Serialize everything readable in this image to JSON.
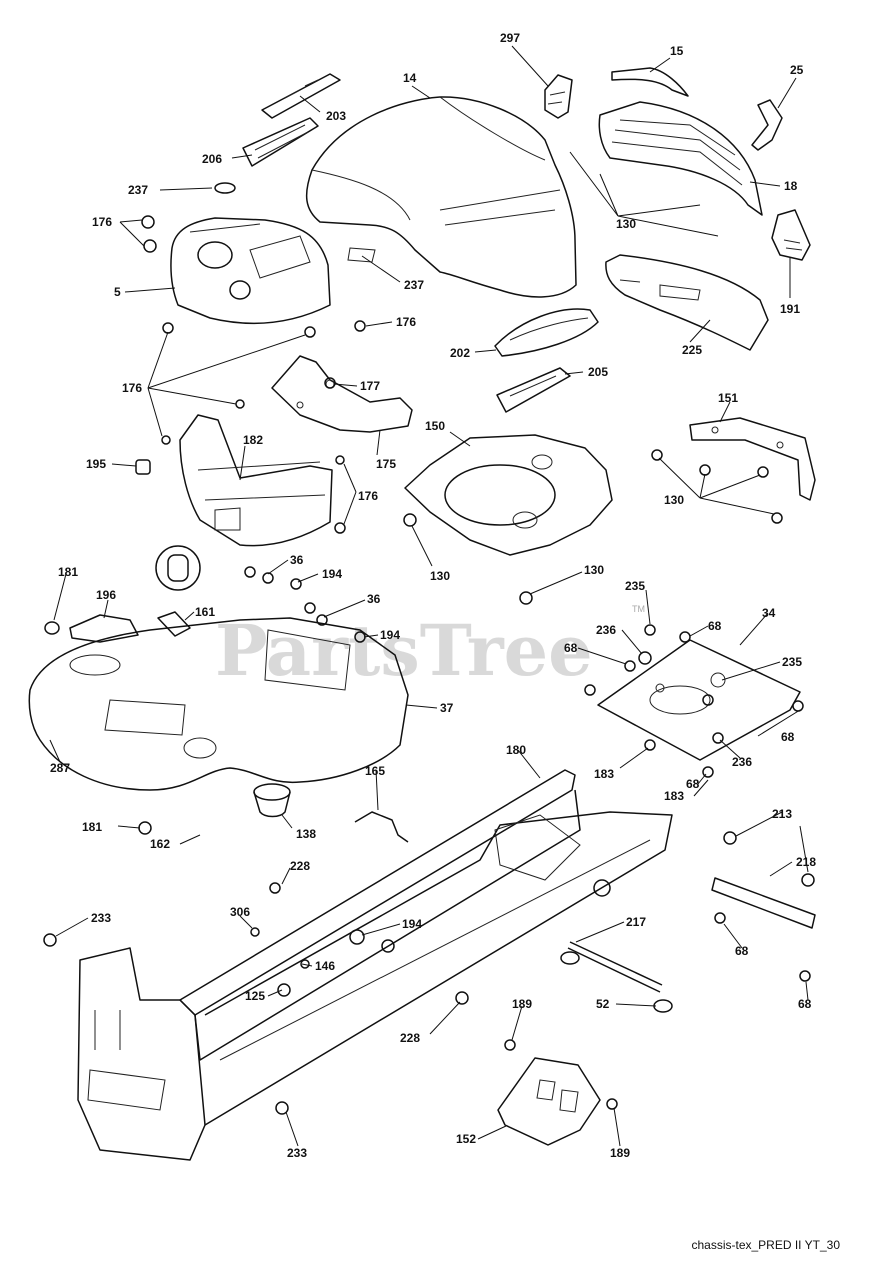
{
  "watermark": {
    "text": "PartsTree",
    "trademark": "TM"
  },
  "reference_code": "chassis-tex_PRED II YT_30",
  "callouts": [
    {
      "id": "c297",
      "text": "297"
    },
    {
      "id": "c15",
      "text": "15"
    },
    {
      "id": "c14",
      "text": "14"
    },
    {
      "id": "c25",
      "text": "25"
    },
    {
      "id": "c203",
      "text": "203"
    },
    {
      "id": "c206",
      "text": "206"
    },
    {
      "id": "c18",
      "text": "18"
    },
    {
      "id": "c130a",
      "text": "130"
    },
    {
      "id": "c237a",
      "text": "237"
    },
    {
      "id": "c176a",
      "text": "176"
    },
    {
      "id": "c237b",
      "text": "237"
    },
    {
      "id": "c191",
      "text": "191"
    },
    {
      "id": "c5",
      "text": "5"
    },
    {
      "id": "c176b",
      "text": "176"
    },
    {
      "id": "c225",
      "text": "225"
    },
    {
      "id": "c202",
      "text": "202"
    },
    {
      "id": "c176c",
      "text": "176"
    },
    {
      "id": "c177",
      "text": "177"
    },
    {
      "id": "c205",
      "text": "205"
    },
    {
      "id": "c151",
      "text": "151"
    },
    {
      "id": "c150",
      "text": "150"
    },
    {
      "id": "c182",
      "text": "182"
    },
    {
      "id": "c175",
      "text": "175"
    },
    {
      "id": "c195",
      "text": "195"
    },
    {
      "id": "c176d",
      "text": "176"
    },
    {
      "id": "c130b",
      "text": "130"
    },
    {
      "id": "c130c",
      "text": "130"
    },
    {
      "id": "c36a",
      "text": "36"
    },
    {
      "id": "c194a",
      "text": "194"
    },
    {
      "id": "c181a",
      "text": "181"
    },
    {
      "id": "c130d",
      "text": "130"
    },
    {
      "id": "c235a",
      "text": "235"
    },
    {
      "id": "c196",
      "text": "196"
    },
    {
      "id": "c36b",
      "text": "36"
    },
    {
      "id": "c161",
      "text": "161"
    },
    {
      "id": "c34",
      "text": "34"
    },
    {
      "id": "c68a",
      "text": "68"
    },
    {
      "id": "c236a",
      "text": "236"
    },
    {
      "id": "c194b",
      "text": "194"
    },
    {
      "id": "c68b",
      "text": "68"
    },
    {
      "id": "c235b",
      "text": "235"
    },
    {
      "id": "c37",
      "text": "37"
    },
    {
      "id": "c68c",
      "text": "68"
    },
    {
      "id": "c180",
      "text": "180"
    },
    {
      "id": "c236b",
      "text": "236"
    },
    {
      "id": "c183a",
      "text": "183"
    },
    {
      "id": "c68d",
      "text": "68"
    },
    {
      "id": "c183b",
      "text": "183"
    },
    {
      "id": "c287",
      "text": "287"
    },
    {
      "id": "c165",
      "text": "165"
    },
    {
      "id": "c213",
      "text": "213"
    },
    {
      "id": "c181b",
      "text": "181"
    },
    {
      "id": "c138",
      "text": "138"
    },
    {
      "id": "c162",
      "text": "162"
    },
    {
      "id": "c218",
      "text": "218"
    },
    {
      "id": "c228a",
      "text": "228"
    },
    {
      "id": "c233a",
      "text": "233"
    },
    {
      "id": "c306",
      "text": "306"
    },
    {
      "id": "c194c",
      "text": "194"
    },
    {
      "id": "c217",
      "text": "217"
    },
    {
      "id": "c146",
      "text": "146"
    },
    {
      "id": "c68e",
      "text": "68"
    },
    {
      "id": "c125",
      "text": "125"
    },
    {
      "id": "c52",
      "text": "52"
    },
    {
      "id": "c68f",
      "text": "68"
    },
    {
      "id": "c228b",
      "text": "228"
    },
    {
      "id": "c189a",
      "text": "189"
    },
    {
      "id": "c152",
      "text": "152"
    },
    {
      "id": "c233b",
      "text": "233"
    },
    {
      "id": "c189b",
      "text": "189"
    }
  ]
}
